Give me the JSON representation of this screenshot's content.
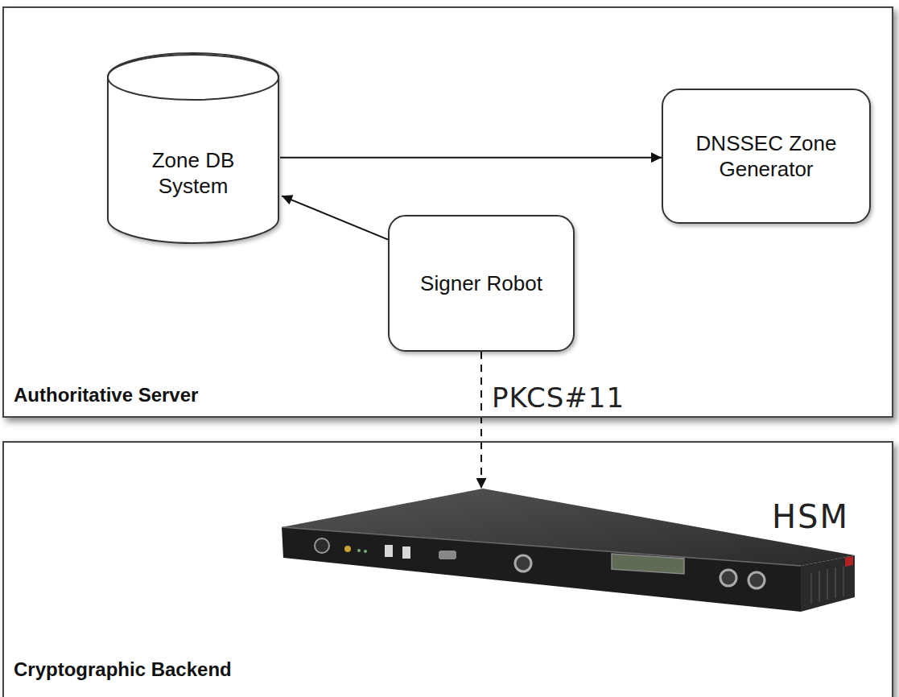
{
  "diagram": {
    "nodes": [
      {
        "text": [
          "Authoritative Server"
        ]
      },
      {
        "text": [
          "Zone DB System"
        ],
        "in": 0
      },
      {
        "text": [
          "DNSSEC Zone Generator"
        ],
        "in": 0
      },
      {
        "text": [
          "Signer Robot"
        ],
        "in": 0
      },
      {
        "text": [
          "Cryptographic Backend"
        ]
      },
      {
        "text": [
          "HSM"
        ],
        "in": 4
      }
    ],
    "edges": [
      {
        "from": 1,
        "to": 2,
        "arrow": "to"
      },
      {
        "from": 3,
        "to": 1,
        "arrow": "to"
      },
      {
        "from": 3,
        "to": 5,
        "label": "PKCS#11",
        "arrow": "to"
      }
    ]
  }
}
